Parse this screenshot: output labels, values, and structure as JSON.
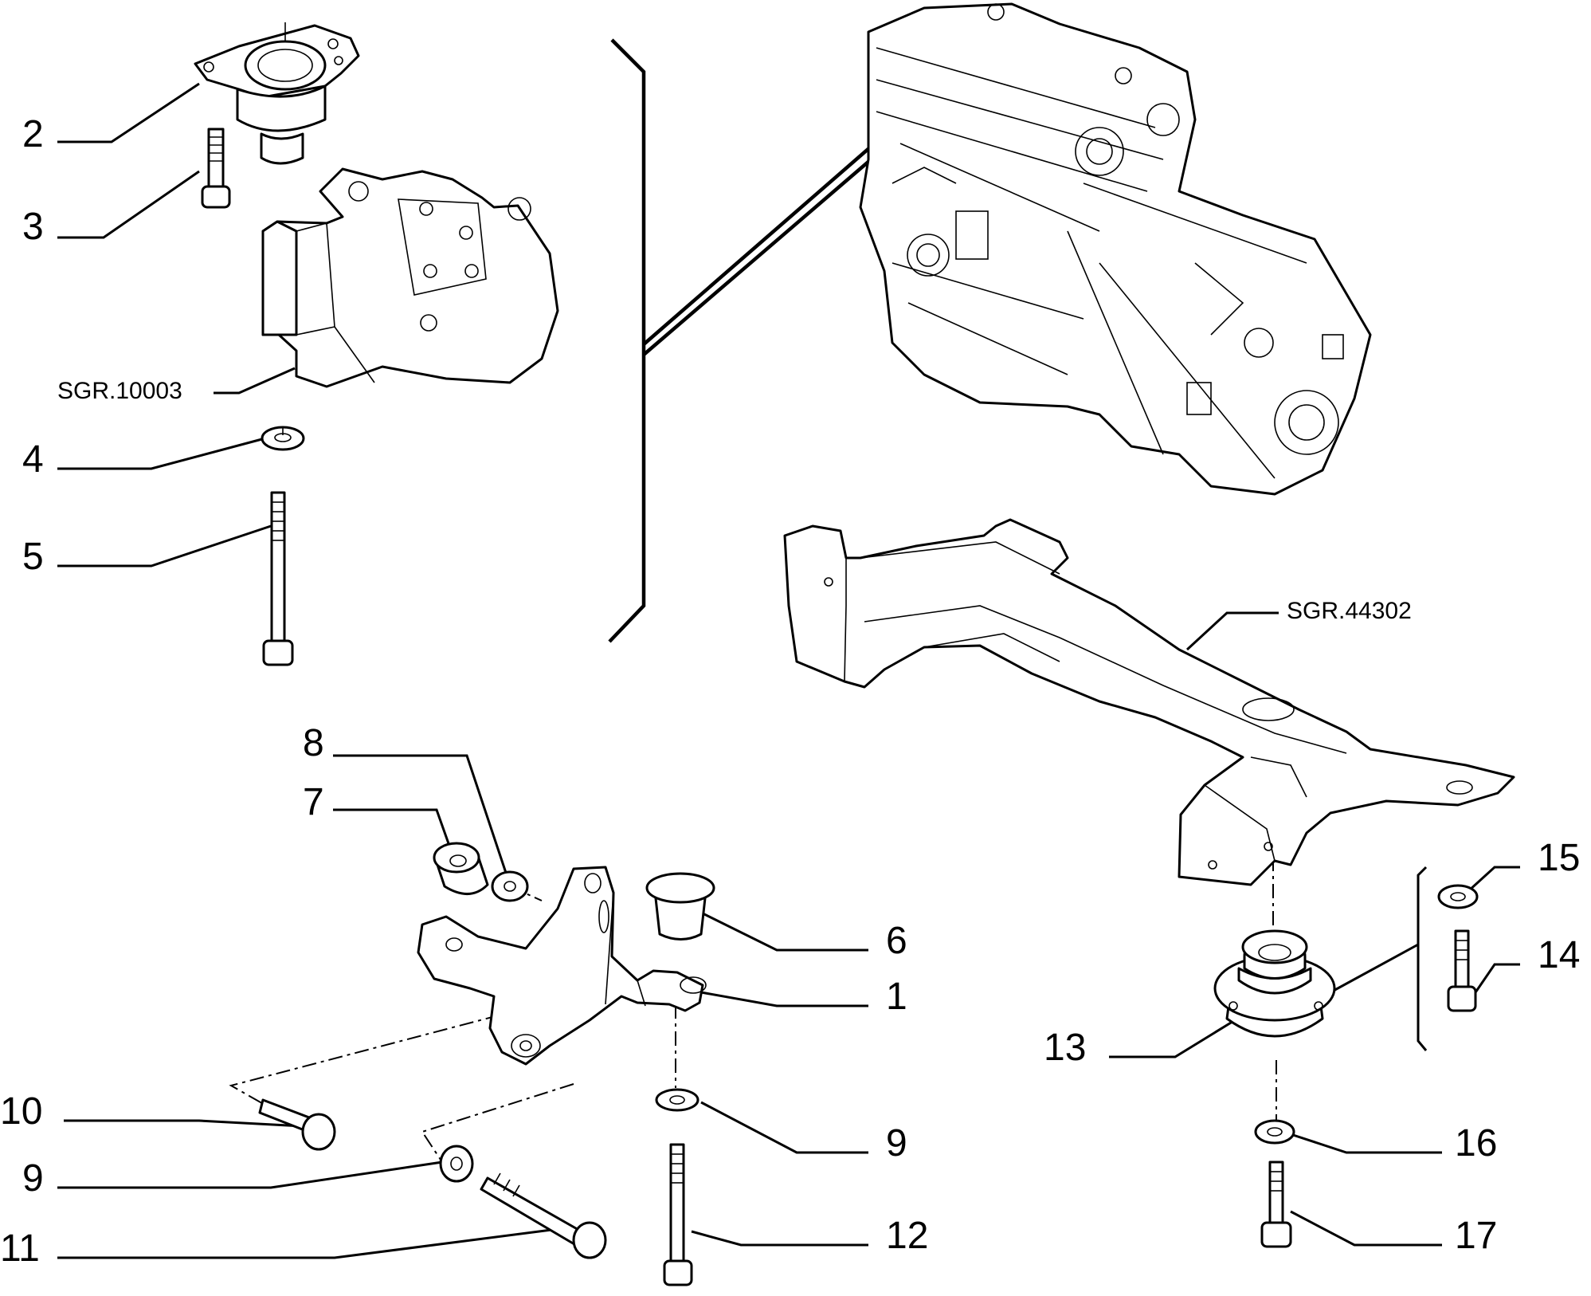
{
  "callouts": {
    "c1": "1",
    "c2": "2",
    "c3": "3",
    "c4": "4",
    "c5": "5",
    "c6": "6",
    "c7": "7",
    "c8": "8",
    "c9a": "9",
    "c9b": "9",
    "c10": "10",
    "c11": "11",
    "c12": "12",
    "c13": "13",
    "c14": "14",
    "c15": "15",
    "c16": "16",
    "c17": "17"
  },
  "references": {
    "ref_mount": "SGR.10003",
    "ref_crossmember": "SGR.44302"
  }
}
